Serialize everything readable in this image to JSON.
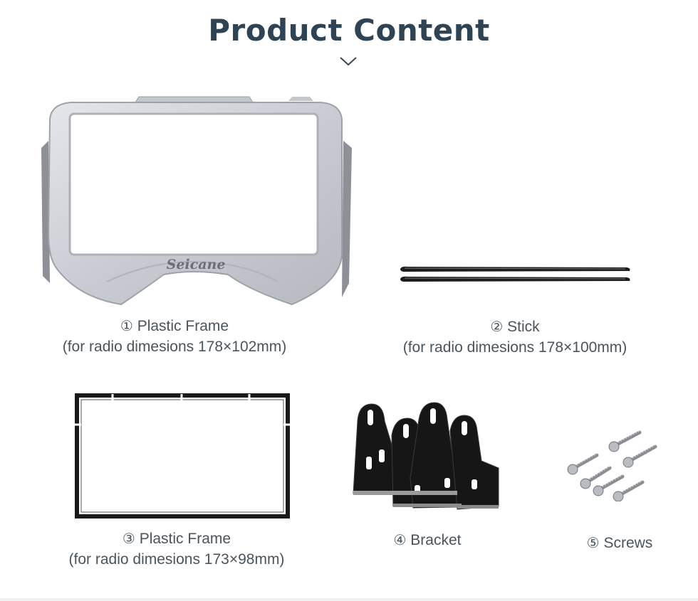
{
  "header": {
    "title": "Product Content"
  },
  "brand": {
    "watermark": "Seicane"
  },
  "items": [
    {
      "num": "①",
      "name": "Plastic Frame",
      "detail": "(for radio dimesions 178×102mm)"
    },
    {
      "num": "②",
      "name": "Stick",
      "detail": "(for radio dimesions 178×100mm)"
    },
    {
      "num": "③",
      "name": "Plastic Frame",
      "detail": "(for radio dimesions 173×98mm)"
    },
    {
      "num": "④",
      "name": "Bracket"
    },
    {
      "num": "⑤",
      "name": "Screws"
    }
  ],
  "colors": {
    "title": "#2e4354",
    "frame_silver": "#cfd2d8",
    "black_part": "#1a1a1a"
  }
}
